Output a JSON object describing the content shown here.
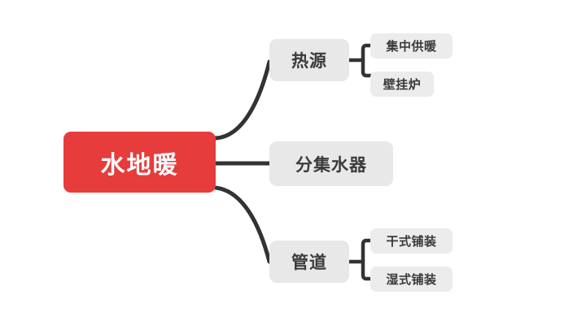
{
  "diagram": {
    "type": "mind-map",
    "direction": "left-to-right",
    "background_color": "#FFFFFF",
    "root_color": "#E63C3C",
    "branch_color": "#E8E8E8",
    "leaf_color": "#ECECEC",
    "connector_color": "#333333",
    "root": {
      "label": "水地暖"
    },
    "branches": [
      {
        "label": "热源",
        "leaves": [
          {
            "label": "集中供暖"
          },
          {
            "label": "壁挂炉"
          }
        ]
      },
      {
        "label": "分集水器",
        "leaves": []
      },
      {
        "label": "管道",
        "leaves": [
          {
            "label": "干式铺装"
          },
          {
            "label": "湿式铺装"
          }
        ]
      }
    ]
  }
}
